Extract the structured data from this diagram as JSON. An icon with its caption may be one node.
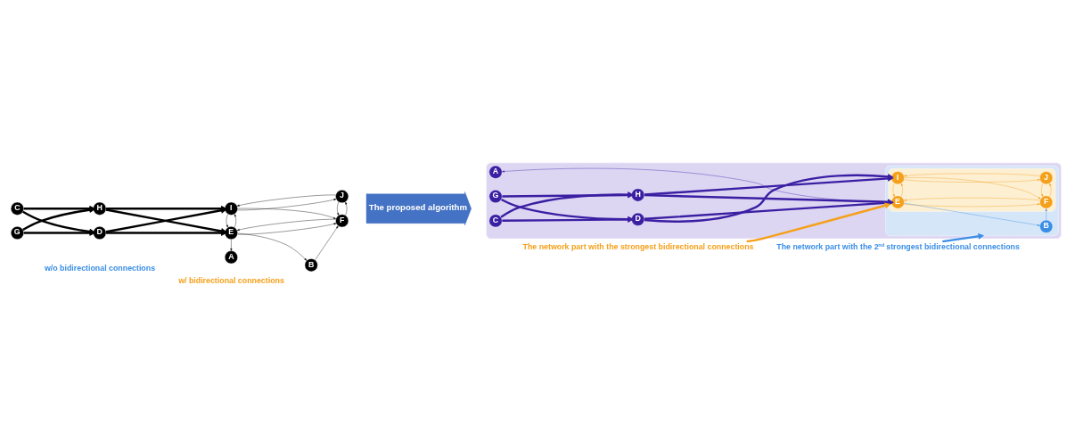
{
  "diagram": {
    "nodes": [
      {
        "text": [
          "A"
        ]
      },
      {
        "text": [
          "B"
        ]
      },
      {
        "text": [
          "C"
        ]
      },
      {
        "text": [
          "D"
        ]
      },
      {
        "text": [
          "E"
        ]
      },
      {
        "text": [
          "F"
        ]
      },
      {
        "text": [
          "G"
        ]
      },
      {
        "text": [
          "H"
        ]
      },
      {
        "text": [
          "I"
        ]
      },
      {
        "text": [
          "J"
        ]
      },
      {
        "text": [
          "The proposed algorithm"
        ]
      },
      {
        "text": [],
        "shape": "ellipse"
      },
      {
        "text": [],
        "shape": "ellipse",
        "in": 11
      },
      {
        "text": [],
        "shape": "ellipse",
        "in": 12
      },
      {
        "text": [
          "A"
        ],
        "in": 11
      },
      {
        "text": [
          "B"
        ],
        "in": 12
      },
      {
        "text": [
          "C"
        ],
        "in": 11
      },
      {
        "text": [
          "D"
        ],
        "in": 11
      },
      {
        "text": [
          "E"
        ],
        "in": 13
      },
      {
        "text": [
          "F"
        ],
        "in": 13
      },
      {
        "text": [
          "G"
        ],
        "in": 11
      },
      {
        "text": [
          "H"
        ],
        "in": 11
      },
      {
        "text": [
          "I"
        ],
        "in": 13
      },
      {
        "text": [
          "J"
        ],
        "in": 13
      },
      {
        "text": [
          "The network part with the 2$^{nd}$ strongest bidirectional connections"
        ]
      },
      {
        "text": [
          "The network part with the strongest bidirectional connections"
        ]
      }
    ],
    "edges": [
      {
        "from": 2,
        "to": 3,
        "arrow": "to",
        "style": "thick"
      },
      {
        "from": 2,
        "to": 7,
        "arrow": "to",
        "style": "thick"
      },
      {
        "from": 6,
        "to": 3,
        "arrow": "to",
        "style": "thick"
      },
      {
        "from": 6,
        "to": 7,
        "arrow": "to",
        "style": "thick"
      },
      {
        "from": 3,
        "to": 4,
        "arrow": "to",
        "style": "thick"
      },
      {
        "from": 3,
        "to": 8,
        "arrow": "to",
        "style": "thick"
      },
      {
        "from": 7,
        "to": 4,
        "arrow": "to",
        "style": "thick"
      },
      {
        "from": 7,
        "to": 8,
        "arrow": "to",
        "style": "thick"
      },
      {
        "from": 4,
        "to": 0,
        "arrow": "to"
      },
      {
        "from": 4,
        "to": 1,
        "arrow": "to"
      },
      {
        "from": 1,
        "to": 5,
        "arrow": "to"
      },
      {
        "from": 4,
        "to": 5,
        "arrow": "to"
      },
      {
        "from": 5,
        "to": 4,
        "arrow": "to"
      },
      {
        "from": 4,
        "to": 8,
        "arrow": "to"
      },
      {
        "from": 8,
        "to": 4,
        "arrow": "to"
      },
      {
        "from": 8,
        "to": 5,
        "arrow": "to"
      },
      {
        "from": 5,
        "to": 9,
        "arrow": "to"
      },
      {
        "from": 9,
        "to": 5,
        "arrow": "to"
      },
      {
        "from": 8,
        "to": 9,
        "arrow": "to"
      },
      {
        "from": 9,
        "to": 8,
        "arrow": "to"
      },
      {
        "from": 16,
        "to": 17,
        "arrow": "to",
        "style": "thick",
        "color": "#3b1fa3"
      },
      {
        "from": 16,
        "to": 21,
        "arrow": "to",
        "style": "thick",
        "color": "#3b1fa3"
      },
      {
        "from": 20,
        "to": 17,
        "arrow": "to",
        "style": "thick",
        "color": "#3b1fa3"
      },
      {
        "from": 20,
        "to": 21,
        "arrow": "to",
        "style": "thick",
        "color": "#3b1fa3"
      },
      {
        "from": 17,
        "to": 18,
        "arrow": "to",
        "style": "thick",
        "color": "#3b1fa3"
      },
      {
        "from": 17,
        "to": 22,
        "arrow": "to",
        "style": "thick",
        "color": "#3b1fa3"
      },
      {
        "from": 21,
        "to": 18,
        "arrow": "to",
        "style": "thick",
        "color": "#3b1fa3"
      },
      {
        "from": 21,
        "to": 22,
        "arrow": "to",
        "style": "thick",
        "color": "#3b1fa3"
      },
      {
        "from": 18,
        "to": 14,
        "arrow": "to",
        "color": "#3b1fa3"
      },
      {
        "from": 18,
        "to": 15,
        "arrow": "to",
        "color": "#3a8ee6"
      },
      {
        "from": 15,
        "to": 19,
        "arrow": "to",
        "color": "#3a8ee6"
      },
      {
        "from": 18,
        "to": 19,
        "arrow": "to",
        "color": "#f5a01a"
      },
      {
        "from": 19,
        "to": 18,
        "arrow": "to",
        "color": "#f5a01a"
      },
      {
        "from": 18,
        "to": 22,
        "arrow": "to",
        "color": "#f5a01a"
      },
      {
        "from": 22,
        "to": 18,
        "arrow": "to",
        "color": "#f5a01a"
      },
      {
        "from": 22,
        "to": 19,
        "arrow": "to",
        "color": "#f5a01a"
      },
      {
        "from": 19,
        "to": 23,
        "arrow": "to",
        "color": "#f5a01a"
      },
      {
        "from": 23,
        "to": 19,
        "arrow": "to",
        "color": "#f5a01a"
      },
      {
        "from": 22,
        "to": 23,
        "arrow": "to",
        "color": "#f5a01a"
      },
      {
        "from": 23,
        "to": 22,
        "arrow": "to",
        "color": "#f5a01a"
      },
      {
        "from": 24,
        "to": 12,
        "arrow": "to",
        "style": "thick",
        "color": "#3a8ee6"
      },
      {
        "from": 25,
        "to": 13,
        "arrow": "to",
        "style": "thick",
        "color": "#f5a01a"
      }
    ],
    "labels": [
      "w/o bidirectional connections",
      "w/ bidirectional connections"
    ]
  }
}
